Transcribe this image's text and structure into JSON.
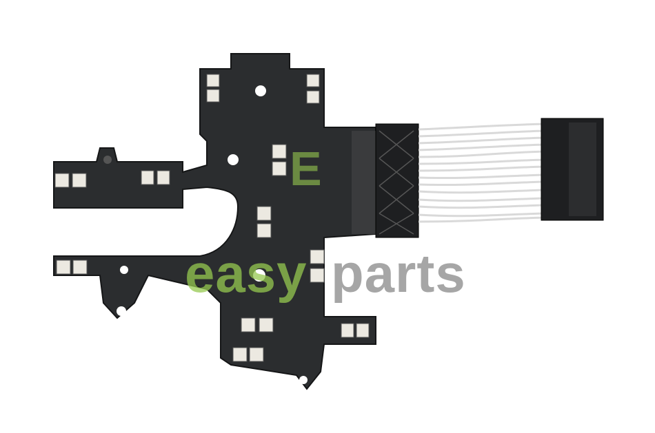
{
  "photo": {
    "subject": "transmission-control-lead-frame",
    "colors": {
      "board": "#2b2d2f",
      "terminal": "#ece9e1",
      "wire": "#e8e8e8",
      "connector": "#1e1f21",
      "background": "#ffffff"
    }
  },
  "watermark": {
    "logo_letter": "E",
    "brand_part1": "easy",
    "brand_part2": "parts",
    "colors": {
      "green": "#96c850",
      "grey": "#969696"
    }
  }
}
